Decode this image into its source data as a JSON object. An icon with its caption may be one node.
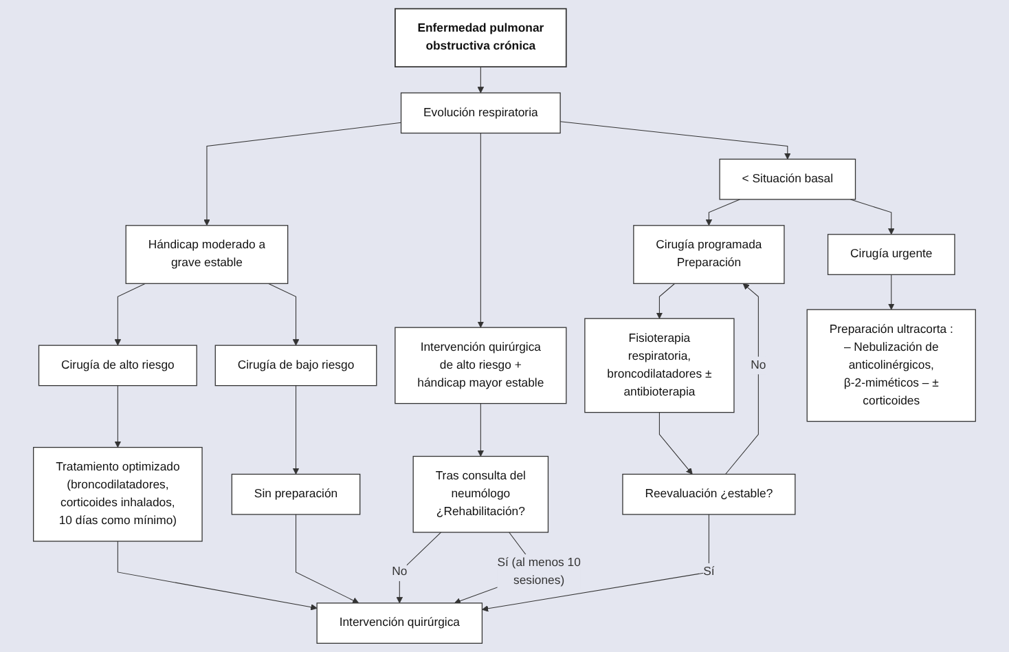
{
  "diagram": {
    "nodes": [
      {
        "text": [
          "Enfermedad pulmonar obstructiva crónica"
        ]
      },
      {
        "text": [
          "Evolución respiratoria"
        ]
      },
      {
        "text": [
          "Hándicap moderado a grave estable"
        ]
      },
      {
        "text": [
          "Intervención quirúrgica de alto riesgo + hándicap mayor estable"
        ]
      },
      {
        "text": [
          "< Situación basal"
        ]
      },
      {
        "text": [
          "Cirugía de alto riesgo"
        ]
      },
      {
        "text": [
          "Cirugía de bajo riesgo"
        ]
      },
      {
        "text": [
          "Tras consulta del neumólogo ¿Rehabilitación?"
        ]
      },
      {
        "text": [
          "Cirugía programada Preparación"
        ]
      },
      {
        "text": [
          "Cirugía urgente"
        ]
      },
      {
        "text": [
          "Tratamiento optimizado (broncodilatadores, corticoides inhalados, 10 días como mínimo)"
        ]
      },
      {
        "text": [
          "Sin preparación"
        ]
      },
      {
        "text": [
          "Intervención quirúrgica"
        ]
      },
      {
        "text": [
          "Fisioterapia respiratoria, broncodilatadores ± antibioterapia"
        ]
      },
      {
        "text": [
          "Preparación ultracorta : – Nebulización de anticolinérgicos, β-2-miméticos – ± corticoides"
        ]
      },
      {
        "text": [
          "Reevaluación ¿estable?"
        ]
      }
    ],
    "edges": [
      {
        "from": 0,
        "to": 1,
        "arrow": "to"
      },
      {
        "from": 1,
        "to": 2,
        "arrow": "to"
      },
      {
        "from": 1,
        "to": 3,
        "arrow": "to"
      },
      {
        "from": 1,
        "to": 4,
        "arrow": "to"
      },
      {
        "from": 2,
        "to": 5,
        "arrow": "to"
      },
      {
        "from": 2,
        "to": 6,
        "arrow": "to"
      },
      {
        "from": 3,
        "to": 7,
        "arrow": "to"
      },
      {
        "from": 4,
        "to": 8,
        "arrow": "to"
      },
      {
        "from": 4,
        "to": 9,
        "arrow": "to"
      },
      {
        "from": 5,
        "to": 10,
        "arrow": "to"
      },
      {
        "from": 6,
        "to": 11,
        "arrow": "to"
      },
      {
        "from": 7,
        "to": 12,
        "label": "No",
        "arrow": "to"
      },
      {
        "from": 7,
        "to": 12,
        "label": "Sí (al menos 10 sesiones)",
        "arrow": "to"
      },
      {
        "from": 8,
        "to": 13,
        "arrow": "to"
      },
      {
        "from": 9,
        "to": 14,
        "arrow": "to"
      },
      {
        "from": 10,
        "to": 12,
        "arrow": "to"
      },
      {
        "from": 11,
        "to": 12,
        "arrow": "to"
      },
      {
        "from": 13,
        "to": 15,
        "arrow": "to"
      },
      {
        "from": 15,
        "to": 8,
        "label": "No",
        "arrow": "to"
      },
      {
        "from": 15,
        "to": 12,
        "label": "Sí",
        "arrow": "to"
      }
    ]
  }
}
